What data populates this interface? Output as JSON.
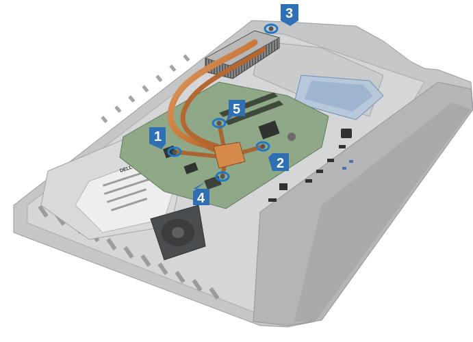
{
  "diagram": {
    "colors": {
      "callout_fill": "#2f6fb3",
      "callout_text": "#ffffff",
      "screw_ring": "#1e78c8",
      "heatsink_copper": "#c8793a",
      "chassis_gray": "#b9bbbd",
      "board_green": "#8fa88a"
    },
    "callouts": [
      {
        "id": "1",
        "label": "1",
        "screw": "screw-1"
      },
      {
        "id": "2",
        "label": "2",
        "screw": "screw-2"
      },
      {
        "id": "3",
        "label": "3",
        "screw": "screw-3"
      },
      {
        "id": "4",
        "label": "4",
        "screw": "screw-4"
      },
      {
        "id": "5",
        "label": "5",
        "screw": "screw-5"
      }
    ],
    "board_brand_text": "DELL"
  }
}
